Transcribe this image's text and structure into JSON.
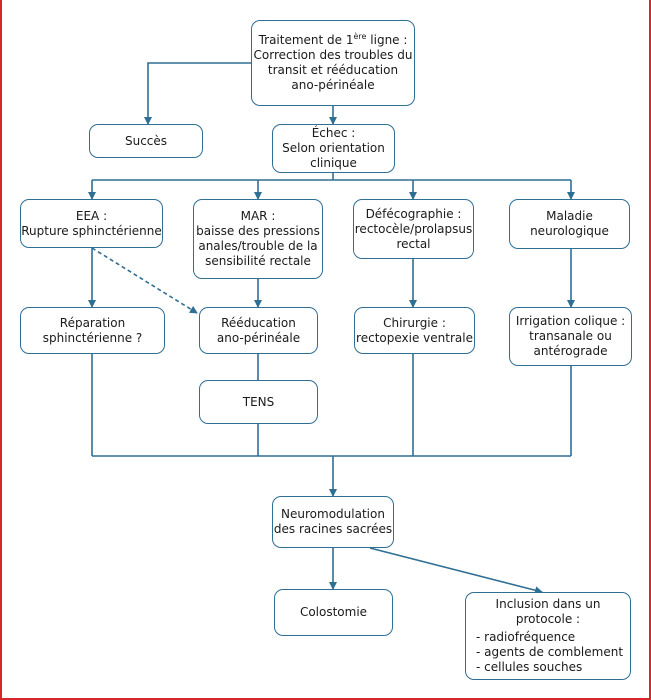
{
  "colors": {
    "box_border": "#2f6f94",
    "arrow": "#2f6f94",
    "frame": "#d9262b"
  },
  "nodes": {
    "treatment": {
      "line1_pre": "Traitement de 1",
      "line1_sup": "ère",
      "line1_post": " ligne :",
      "line2": "Correction des troubles du",
      "line3": "transit et rééducation",
      "line4": "ano-périnéale"
    },
    "success": {
      "line1": "Succès"
    },
    "failure": {
      "line1": "Échec :",
      "line2": "Selon orientation",
      "line3": "clinique"
    },
    "eea": {
      "line1": "EEA :",
      "line2": "Rupture sphinctérienne"
    },
    "mar": {
      "line1": "MAR :",
      "line2": "baisse des pressions",
      "line3": "anales/trouble de la",
      "line4": "sensibilité rectale"
    },
    "defeco": {
      "line1": "Défécographie :",
      "line2": "rectocèle/prolapsus",
      "line3": "rectal"
    },
    "neuro": {
      "line1": "Maladie",
      "line2": "neurologique"
    },
    "repair": {
      "line1": "Réparation",
      "line2": "sphinctérienne ?"
    },
    "reeducation": {
      "line1": "Rééducation",
      "line2": "ano-périnéale"
    },
    "surgery": {
      "line1": "Chirurgie :",
      "line2": "rectopexie ventrale"
    },
    "irrigation": {
      "line1": "Irrigation colique :",
      "line2": "transanale ou",
      "line3": "antérograde"
    },
    "tens": {
      "line1": "TENS"
    },
    "neuromod": {
      "line1": "Neuromodulation",
      "line2": "des racines sacrées"
    },
    "colostomy": {
      "line1": "Colostomie"
    },
    "protocol": {
      "line1": "Inclusion dans un",
      "line2": "protocole :",
      "items": [
        "- radiofréquence",
        "- agents de comblement",
        "- cellules souches"
      ]
    }
  }
}
